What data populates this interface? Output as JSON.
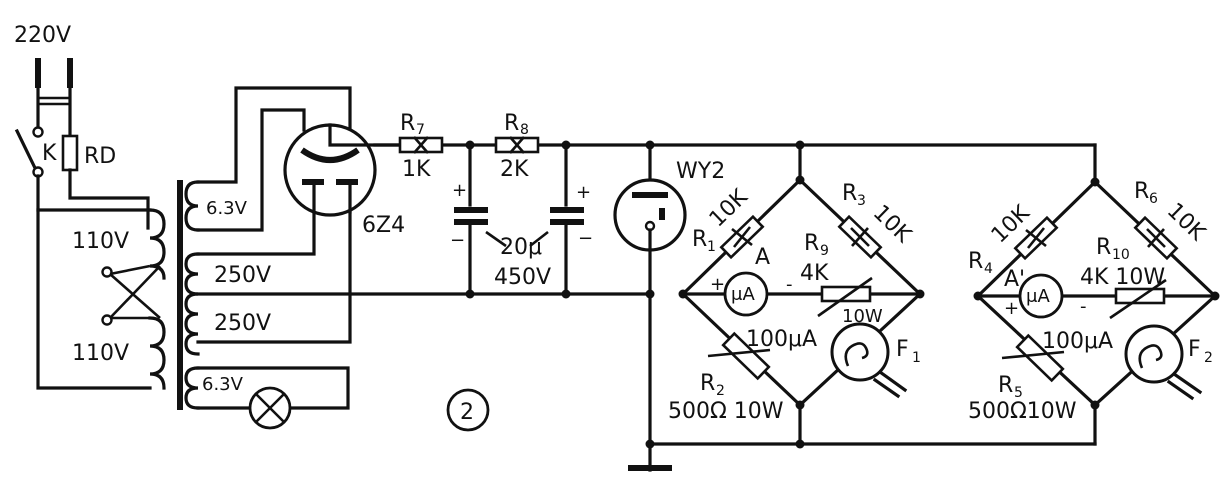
{
  "labels": {
    "mains": "220V",
    "switch": "K",
    "fuse": "RD",
    "primary_top": "110V",
    "primary_bottom": "110V",
    "sec_filament_rect": "6.3V",
    "sec_hv_1": "250V",
    "sec_hv_2": "250V",
    "sec_lamp": "6.3V",
    "rectifier": "6Z4",
    "r7_name": "R",
    "r7_sub": "7",
    "r7_value": "1K",
    "r8_name": "R",
    "r8_sub": "8",
    "r8_value": "2K",
    "cap_value": "20μ",
    "cap_voltage": "450V",
    "cap_plus_left": "+",
    "cap_minus_left": "−",
    "cap_plus_right": "+",
    "cap_minus_right": "−",
    "regulator": "WY2",
    "r1_name": "R",
    "r1_sub": "1",
    "r1_value": "10K",
    "r3_name": "R",
    "r3_sub": "3",
    "r3_value": "10K",
    "meter_a_name": "A",
    "meter_a_unit": "μA",
    "meter_a_plus": "+",
    "meter_a_minus": "-",
    "r9_name": "R",
    "r9_sub": "9",
    "r9_value": "4K",
    "r9_power": "10W",
    "meter_a_range": "100μA",
    "r2_name": "R",
    "r2_sub": "2",
    "r2_value": "500Ω 10W",
    "f1_name": "F",
    "f1_sub": "1",
    "r4_name": "R",
    "r4_sub": "4",
    "r4_value": "10K",
    "r6_name": "R",
    "r6_sub": "6",
    "r6_value": "10K",
    "meter_b_name": "A'",
    "meter_b_unit": "μA",
    "meter_b_plus": "+",
    "meter_b_minus": "-",
    "r10_name": "R",
    "r10_sub": "10",
    "r10_value": "4K 10W",
    "meter_b_range": "100μA",
    "r5_name": "R",
    "r5_sub": "5",
    "r5_value": "500Ω10W",
    "f2_name": "F",
    "f2_sub": "2",
    "figure_number": "2"
  }
}
